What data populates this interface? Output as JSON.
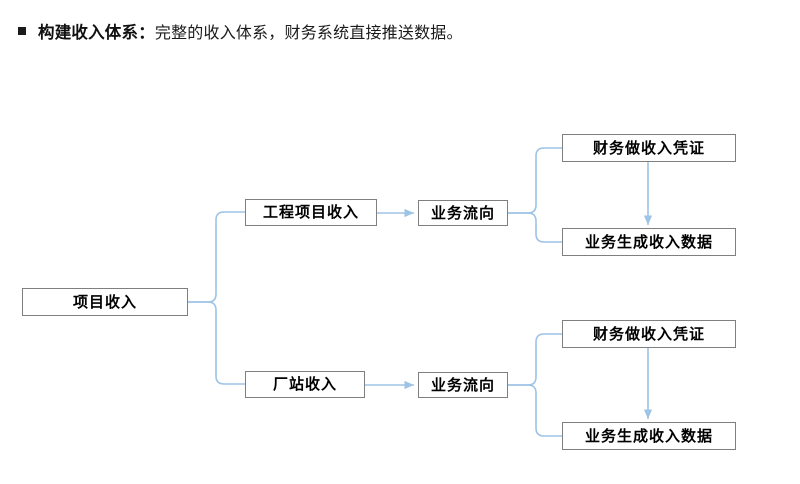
{
  "header": {
    "bullet": "square-bullet",
    "title_strong": "构建收入体系：",
    "title_rest": "完整的收入体系，财务系统直接推送数据。"
  },
  "diagram": {
    "type": "tree-flow-diagram",
    "colors": {
      "connector": "#9dc3e6",
      "node_border": "#7f7f7f",
      "node_fill": "#ffffff",
      "text": "#000000",
      "bullet": "#1a1a1a"
    },
    "nodes": {
      "root": "项目收入",
      "branch_engineering": "工程项目收入",
      "branch_plant": "厂站收入",
      "flow_top": "业务流向",
      "flow_bottom": "业务流向",
      "voucher_top": "财务做收入凭证",
      "data_top": "业务生成收入数据",
      "voucher_bottom": "财务做收入凭证",
      "data_bottom": "业务生成收入数据"
    }
  }
}
